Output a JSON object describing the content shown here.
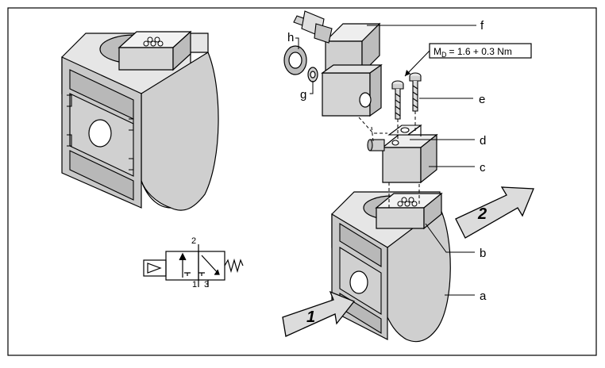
{
  "labels": {
    "a": "a",
    "b": "b",
    "c": "c",
    "d": "d",
    "e": "e",
    "f": "f",
    "g": "g",
    "h": "h"
  },
  "torque": {
    "symbol": "M",
    "subscript": "D",
    "value": "= 1.6 + 0.3 Nm"
  },
  "arrows": {
    "inlet": "1",
    "outlet": "2"
  },
  "schematic": {
    "port_outlet": "2",
    "port_inlet": "1",
    "port_exhaust": "3"
  }
}
